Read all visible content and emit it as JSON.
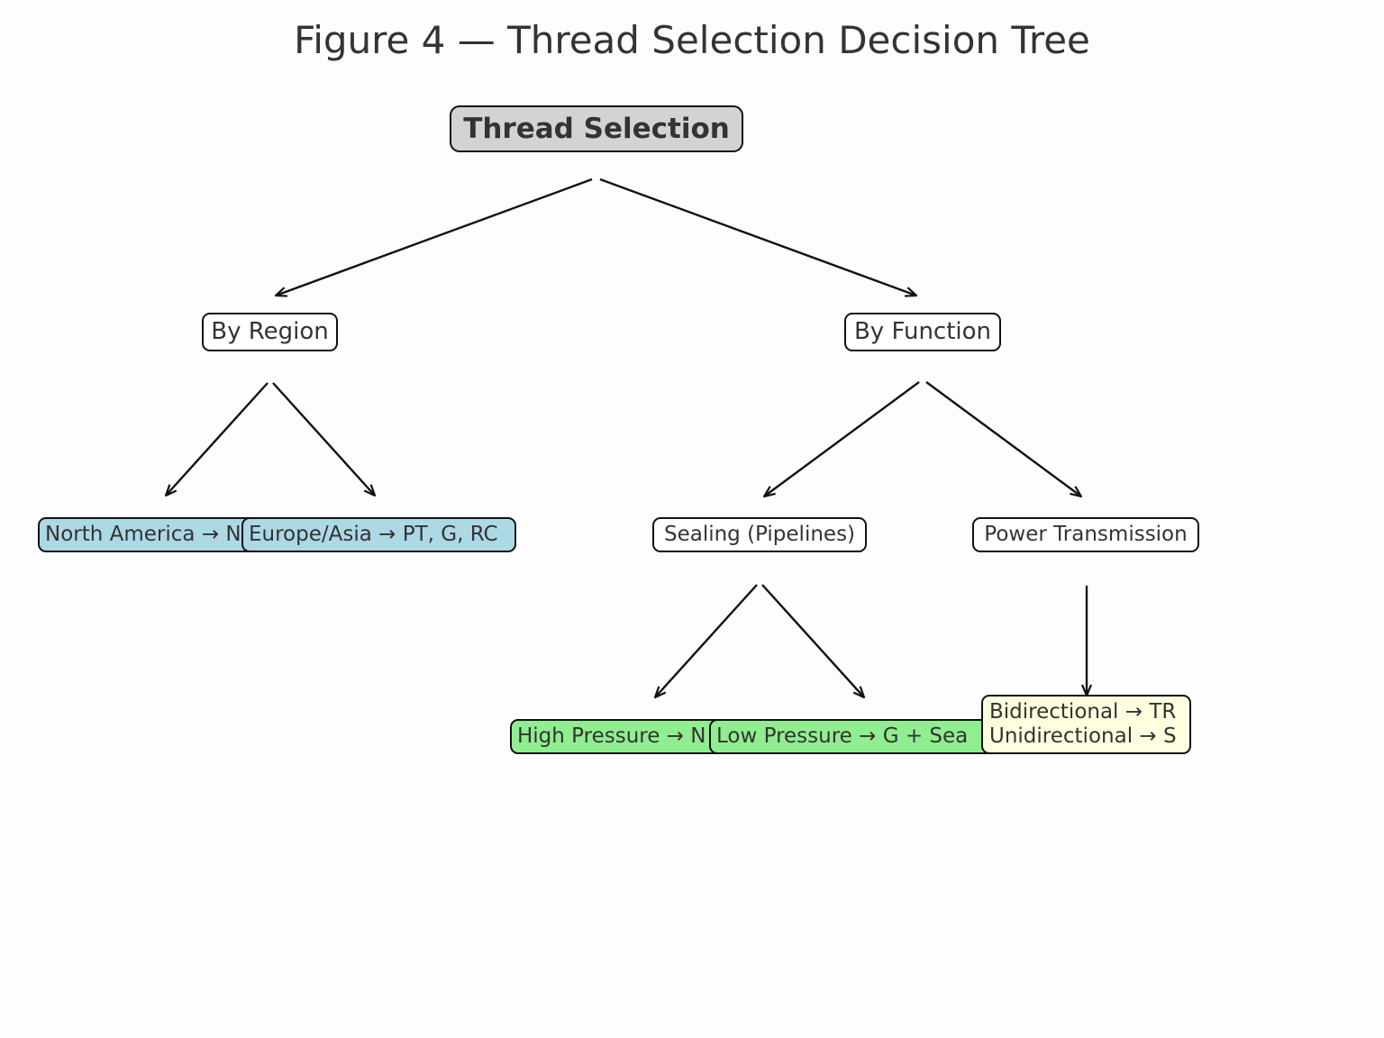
{
  "title": "Figure 4 — Thread Selection Decision Tree",
  "nodes": {
    "root": "Thread Selection",
    "by_region": "By Region",
    "by_function": "By Function",
    "north_america": "North America → N",
    "europe_asia": "Europe/Asia → PT, G, RC",
    "sealing": "Sealing (Pipelines)",
    "power_transmission": "Power Transmission",
    "high_pressure": "High Pressure → N",
    "low_pressure": "Low Pressure → G + Sea",
    "directional": "Bidirectional → TR\nUnidirectional → S"
  },
  "colors": {
    "root_fill": "#d3d3d3",
    "region_leaf_fill": "#add8e6",
    "sealing_leaf_fill": "#90ee90",
    "power_leaf_fill": "#ffffe0",
    "edge": "#111111"
  }
}
